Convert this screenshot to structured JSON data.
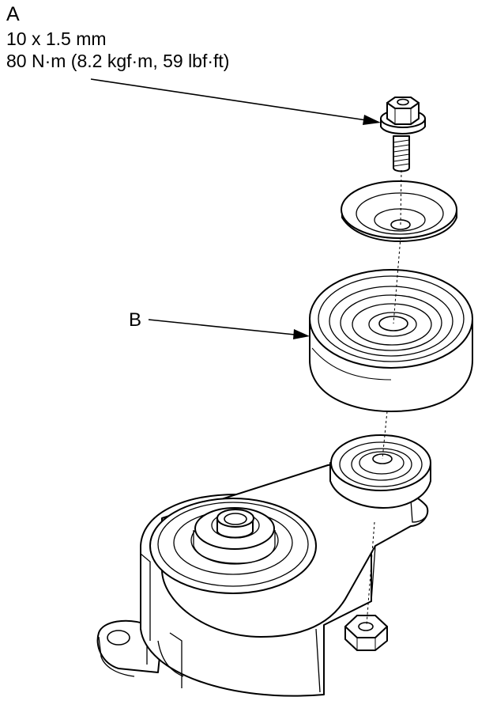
{
  "callouts": {
    "a": {
      "letter": "A",
      "spec_size": "10 x 1.5 mm",
      "spec_torque": "80 N·m (8.2 kgf·m, 59 lbf·ft)"
    },
    "b": {
      "letter": "B"
    }
  },
  "parts": {
    "bolt": "bolt-icon",
    "washer": "washer-icon",
    "pulley": "idler-pulley-icon",
    "bracket": "tensioner-bracket-icon",
    "nut": "hex-nut-icon"
  },
  "colors": {
    "line": "#000000",
    "background": "#ffffff"
  }
}
